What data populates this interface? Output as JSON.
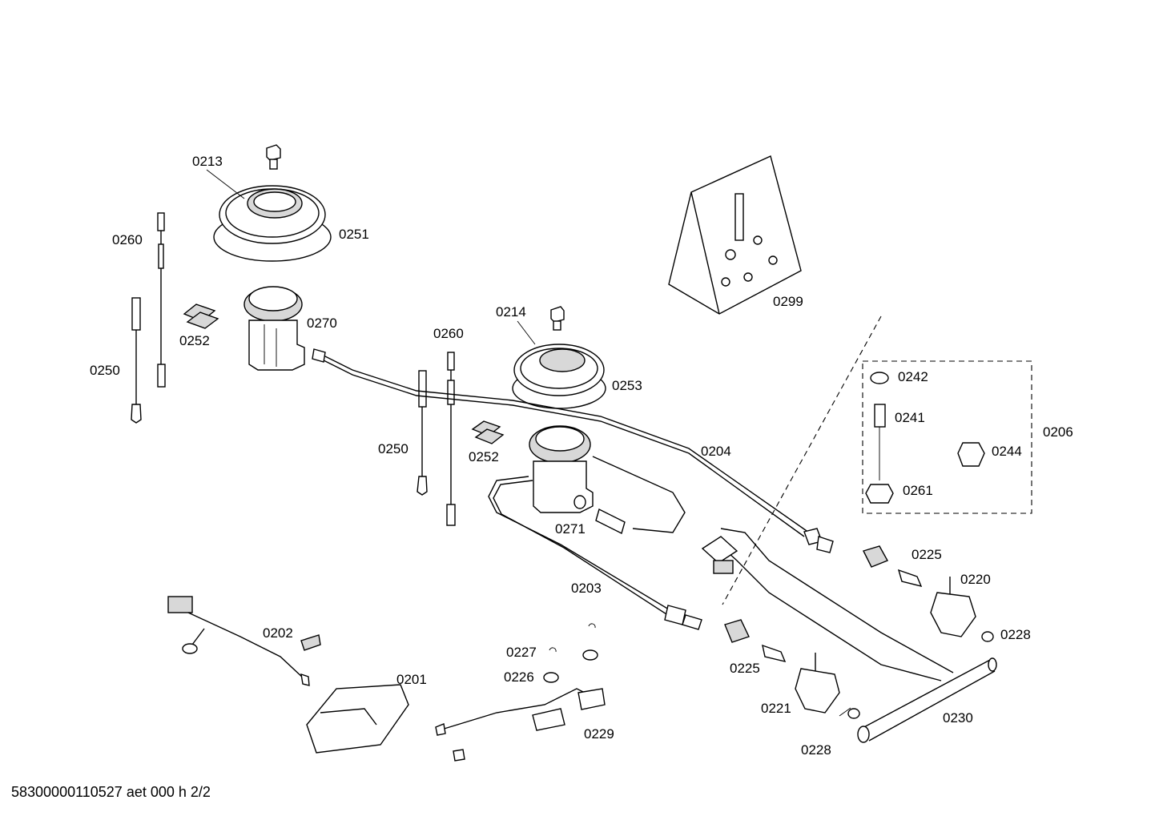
{
  "diagram": {
    "part_labels": {
      "p0213": "0213",
      "p0251": "0251",
      "p0260a": "0260",
      "p0252a": "0252",
      "p0270": "0270",
      "p0250a": "0250",
      "p0214": "0214",
      "p0260b": "0260",
      "p0253": "0253",
      "p0250b": "0250",
      "p0252b": "0252",
      "p0204": "0204",
      "p0271": "0271",
      "p0203": "0203",
      "p0299": "0299",
      "p0242": "0242",
      "p0241": "0241",
      "p0206": "0206",
      "p0244": "0244",
      "p0261": "0261",
      "p0225a": "0225",
      "p0220": "0220",
      "p0228a": "0228",
      "p0225b": "0225",
      "p0221": "0221",
      "p0228b": "0228",
      "p0230": "0230",
      "p0202": "0202",
      "p0201": "0201",
      "p0227": "0227",
      "p0226": "0226",
      "p0229": "0229"
    },
    "footer": "58300000110527 aet 000 h 2/2"
  }
}
